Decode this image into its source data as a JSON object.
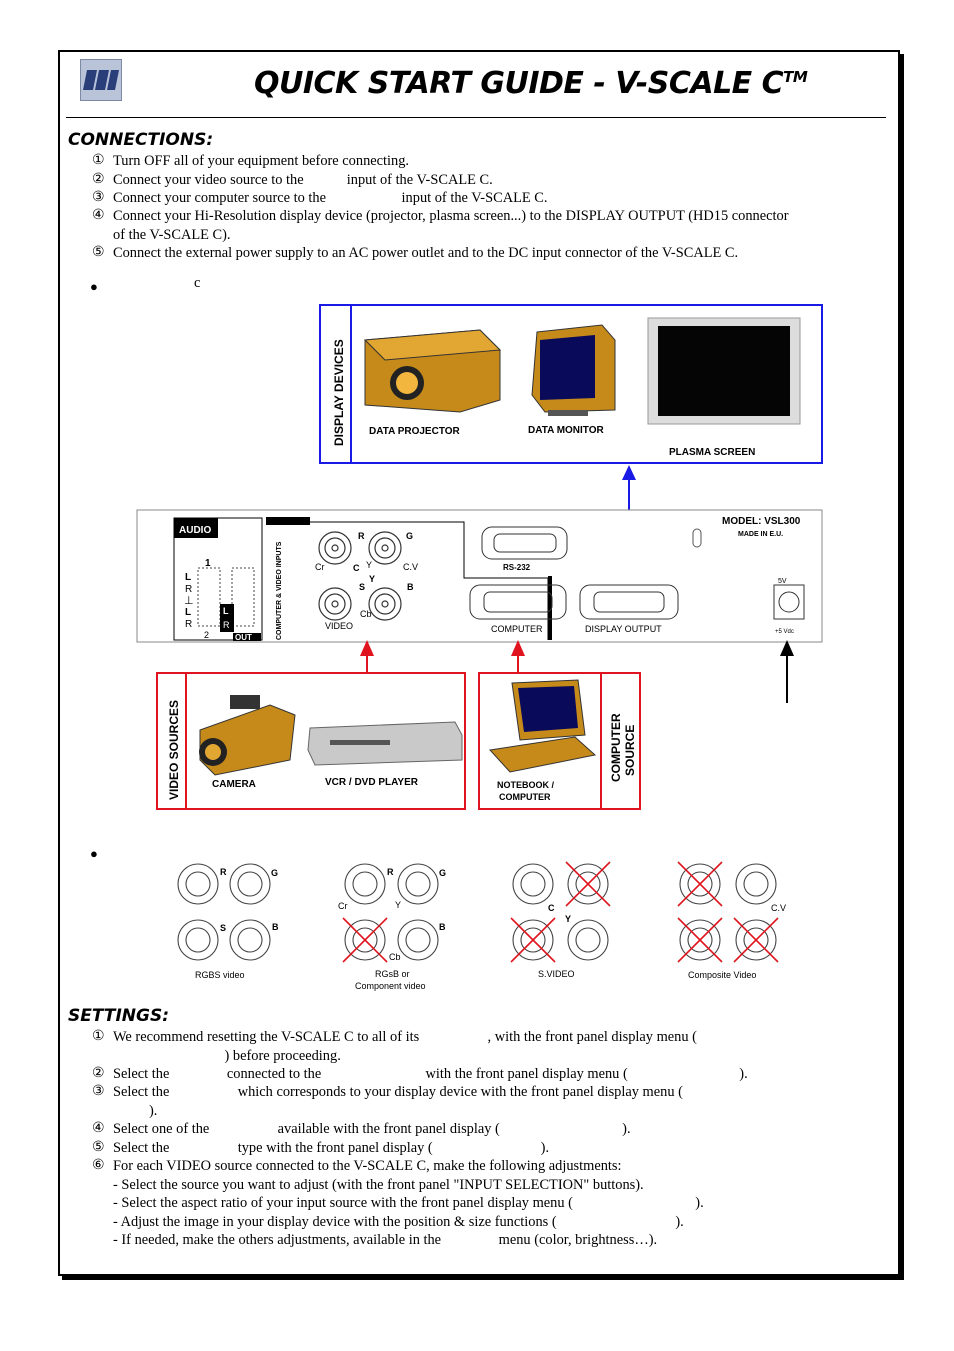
{
  "title": "QUICK START GUIDE - V-SCALE C",
  "title_sup": "TM",
  "connections": {
    "heading": "CONNECTIONS:",
    "items": [
      {
        "num": "①",
        "text": "Turn OFF all of your equipment before connecting."
      },
      {
        "num": "②",
        "text": "Connect your video source to the            input of the V-SCALE C."
      },
      {
        "num": "③",
        "text": "Connect your computer source to the                     input of the V-SCALE C."
      },
      {
        "num": "④",
        "text": "Connect your Hi-Resolution display device (projector, plasma screen...) to the DISPLAY OUTPUT (HD15 connector"
      },
      {
        "num": "",
        "text": "of the V-SCALE C)."
      },
      {
        "num": "⑤",
        "text": "Connect the external power supply to an AC power outlet and to the DC input connector of the V-SCALE C."
      }
    ],
    "bullet1": "c"
  },
  "diagram": {
    "display_devices_label": "DISPLAY DEVICES",
    "data_projector": "DATA PROJECTOR",
    "data_monitor": "DATA MONITOR",
    "plasma_screen": "PLASMA SCREEN",
    "audio": "AUDIO",
    "audio_in": "1",
    "audio_L": "L",
    "audio_R": "R",
    "audio_gnd": "⊥",
    "audio_2": "2",
    "audio_out": "OUT",
    "inputs_label": "COMPUTER & VIDEO INPUTS",
    "bnc_r": "R",
    "bnc_g": "G",
    "bnc_cr": "Cr",
    "bnc_c": "C",
    "bnc_y": "Y",
    "bnc_cv": "C.V",
    "bnc_s": "S",
    "bnc_y2": "Y",
    "bnc_b": "B",
    "bnc_cb": "Cb",
    "video": "VIDEO",
    "rs232": "RS-232",
    "computer": "COMPUTER",
    "display_output": "DISPLAY OUTPUT",
    "model": "MODEL: VSL300",
    "made_in": "MADE IN E.U.",
    "power_top": "5V",
    "power_bottom": "+5 Vdc",
    "video_sources_label": "VIDEO SOURCES",
    "camera": "CAMERA",
    "vcr": "VCR / DVD PLAYER",
    "notebook": "NOTEBOOK /",
    "computer2": "COMPUTER",
    "computer_source_1": "COMPUTER",
    "computer_source_2": "SOURCE"
  },
  "connectors": {
    "rgbs": "RGBS video",
    "rgsb_1": "RGsB or",
    "rgsb_2": "Component video",
    "svideo": "S.VIDEO",
    "composite": "Composite Video",
    "r": "R",
    "g": "G",
    "s": "S",
    "b": "B",
    "cr": "Cr",
    "y": "Y",
    "cb": "Cb",
    "c": "C",
    "cv": "C.V"
  },
  "settings": {
    "heading": "SETTINGS:",
    "items": [
      {
        "num": "①",
        "text": "We recommend resetting the V-SCALE C to all of its                   , with the front panel display menu ("
      },
      {
        "num": "",
        "text": "                               ) before proceeding."
      },
      {
        "num": "②",
        "text": "Select the                connected to the                             with the front panel display menu (                               )."
      },
      {
        "num": "③",
        "text": "Select the                   which corresponds to your display device with the front panel display menu ("
      },
      {
        "num": "",
        "text": "          )."
      },
      {
        "num": "④",
        "text": "Select one of the                   available with the front panel display (                                  )."
      },
      {
        "num": "⑤",
        "text": "Select the                   type with the front panel display (                              )."
      },
      {
        "num": "⑥",
        "text": "For each VIDEO source connected to the V-SCALE C, make the following adjustments:"
      },
      {
        "num": "",
        "text": "- Select the source you want to adjust (with the front panel \"INPUT SELECTION\" buttons)."
      },
      {
        "num": "",
        "text": "- Select the aspect ratio of your input source with the front panel display menu (                                  )."
      },
      {
        "num": "",
        "text": "- Adjust the image in your display device with the position & size functions (                                 )."
      },
      {
        "num": "",
        "text": "- If needed, make the others adjustments, available in the                menu (color, brightness…)."
      }
    ]
  },
  "colors": {
    "blue": "#1a1ae6",
    "red": "#e0141e",
    "logo": "#b9c4d8"
  }
}
